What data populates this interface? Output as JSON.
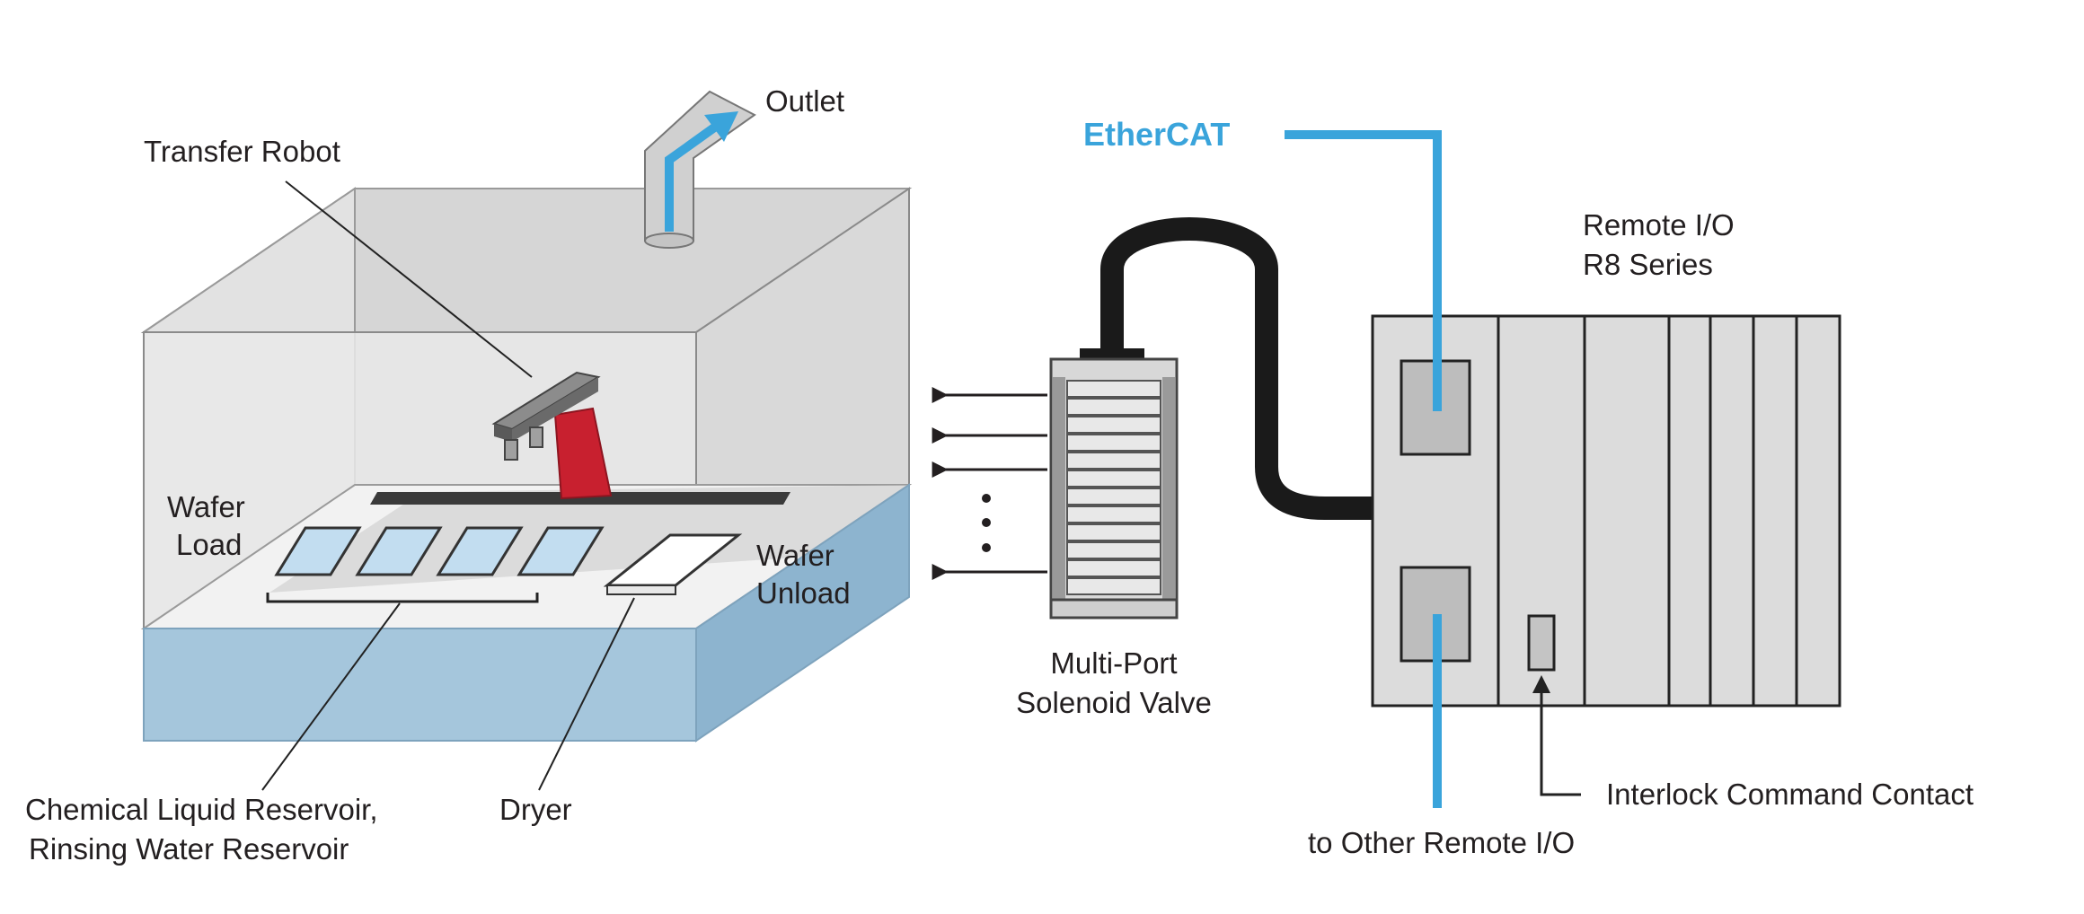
{
  "colors": {
    "ethercat": "#3aa4db",
    "robot": "#c8202f",
    "water": "#a5c6dc",
    "water_side": "#8db4cf",
    "tank_glass": "#d4d4d4",
    "cable": "#1a1a1a",
    "device": "#dcdcdc",
    "text": "#231f20"
  },
  "labels": {
    "outlet": "Outlet",
    "transfer_robot": "Transfer Robot",
    "wafer_load_line1": "Wafer",
    "wafer_load_line2": "Load",
    "wafer_unload_line1": "Wafer",
    "wafer_unload_line2": "Unload",
    "chemical_line1": "Chemical Liquid Reservoir,",
    "chemical_line2": "Rinsing Water Reservoir",
    "dryer": "Dryer",
    "valve_line1": "Multi-Port",
    "valve_line2": "Solenoid Valve",
    "ethercat": "EtherCAT",
    "remote_io_line1": "Remote I/O",
    "remote_io_line2": "R8 Series",
    "interlock": "Interlock Command Contact",
    "other_remote": "to Other Remote I/O"
  },
  "icons": {
    "outlet_arrow": "arrow-up-right-icon",
    "valve_arrows": "arrow-left-icon",
    "interlock_arrow": "arrow-up-icon"
  }
}
